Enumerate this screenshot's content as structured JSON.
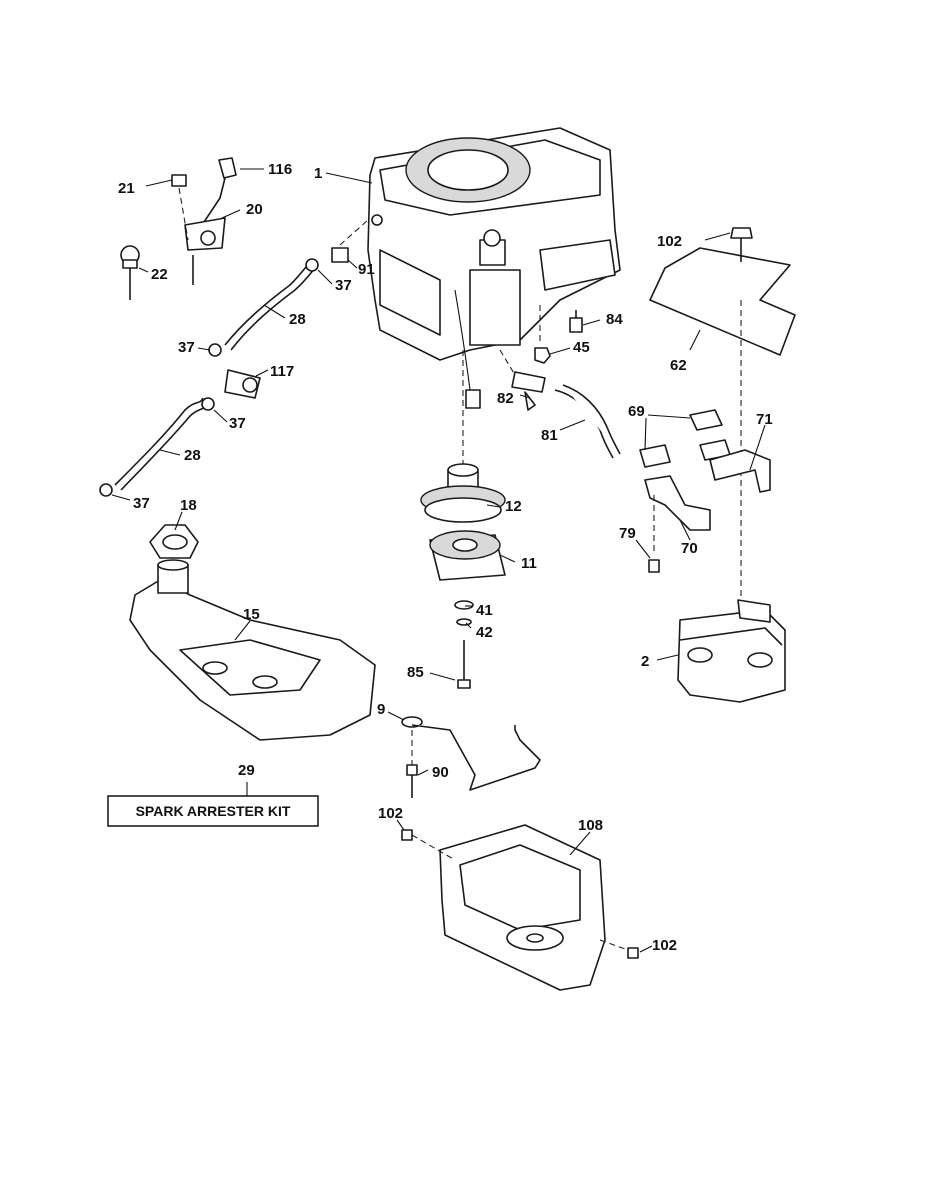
{
  "callouts": {
    "c1": "1",
    "c116": "116",
    "c21": "21",
    "c20": "20",
    "c22": "22",
    "c91": "91",
    "c37a": "37",
    "c28a": "28",
    "c37b": "37",
    "c117": "117",
    "c37c": "37",
    "c28b": "28",
    "c37d": "37",
    "c102a": "102",
    "c84": "84",
    "c45": "45",
    "c62": "62",
    "c82": "82",
    "c81": "81",
    "c69": "69",
    "c71": "71",
    "c12": "12",
    "c18": "18",
    "c11": "11",
    "c79": "79",
    "c70": "70",
    "c15": "15",
    "c41": "41",
    "c42": "42",
    "c2": "2",
    "c85": "85",
    "c9": "9",
    "c29": "29",
    "c90": "90",
    "c102b": "102",
    "c108": "108",
    "c102c": "102"
  },
  "kit_label": "SPARK ARRESTER KIT"
}
